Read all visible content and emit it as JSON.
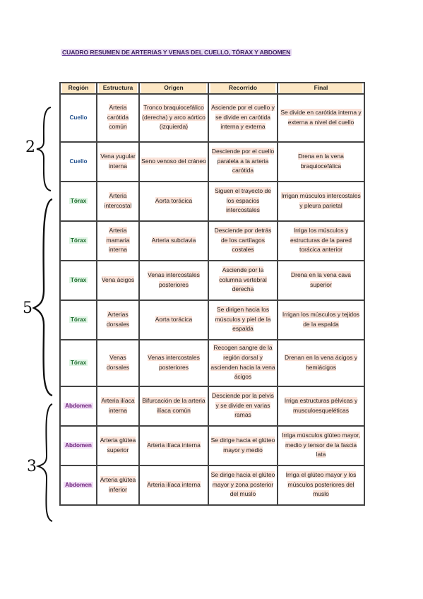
{
  "title": "CUADRO RESUMEN DE ARTERIAS Y VENAS DEL CUELLO, TÓRAX Y ABDOMEN",
  "headers": [
    "Región",
    "Estructura",
    "Origen",
    "Recorrido",
    "Final"
  ],
  "rows": [
    {
      "region": "Cuello",
      "estructura": "Arteria carótida común",
      "origen": "Tronco braquiocefálico (derecha) y arco aórtico (izquierda)",
      "recorrido": "Asciende por el cuello y se divide en carótida interna y externa",
      "final": "Se divide en carótida interna y externa a nivel del cuello"
    },
    {
      "region": "Cuello",
      "estructura": "Vena yugular interna",
      "origen": "Seno venoso del cráneo",
      "recorrido": "Desciende por el cuello paralela a la arteria carótida",
      "final": "Drena en la vena braquiocefálica"
    },
    {
      "region": "Tórax",
      "estructura": "Arteria intercostal",
      "origen": "Aorta torácica",
      "recorrido": "Siguen el trayecto de los espacios intercostales",
      "final": "Irrigan músculos intercostales y pleura parietal"
    },
    {
      "region": "Tórax",
      "estructura": "Arteria mamaria interna",
      "origen": "Arteria subclavia",
      "recorrido": "Desciende por detrás de los cartílagos costales",
      "final": "Irriga los músculos y estructuras de la pared torácica anterior"
    },
    {
      "region": "Tórax",
      "estructura": "Vena ácigos",
      "origen": "Venas intercostales posteriores",
      "recorrido": "Asciende por la columna vertebral derecha",
      "final": "Drena en la vena cava superior"
    },
    {
      "region": "Tórax",
      "estructura": "Arterias dorsales",
      "origen": "Aorta torácica",
      "recorrido": "Se dirigen hacia los músculos y piel de la espalda",
      "final": "Irrigan los músculos y tejidos de la espalda"
    },
    {
      "region": "Tórax",
      "estructura": "Venas dorsales",
      "origen": "Venas intercostales posteriores",
      "recorrido": "Recogen sangre de la región dorsal y ascienden hacia la vena ácigos",
      "final": "Drenan en la vena ácigos y hemiácigos"
    },
    {
      "region": "Abdomen",
      "estructura": "Arteria ilíaca interna",
      "origen": "Bifurcación de la arteria ilíaca común",
      "recorrido": "Desciende por la pelvis y se divide en varias ramas",
      "final": "Irriga estructuras pélvicas y musculoesqueléticas"
    },
    {
      "region": "Abdomen",
      "estructura": "Arteria glútea superior",
      "origen": "Arteria ilíaca interna",
      "recorrido": "Se dirige hacia el glúteo mayor y medio",
      "final": "Irriga músculos glúteo mayor, medio y tensor de la fascia lata"
    },
    {
      "region": "Abdomen",
      "estructura": "Arteria glútea inferior",
      "origen": "Arteria ilíaca interna",
      "recorrido": "Se dirige hacia el glúteo mayor y zona posterior del muslo",
      "final": "Irriga el glúteo mayor y los músculos posteriores del muslo"
    }
  ],
  "annotations": {
    "cuello_count": "2",
    "torax_count": "5",
    "abdomen_count": "3"
  }
}
